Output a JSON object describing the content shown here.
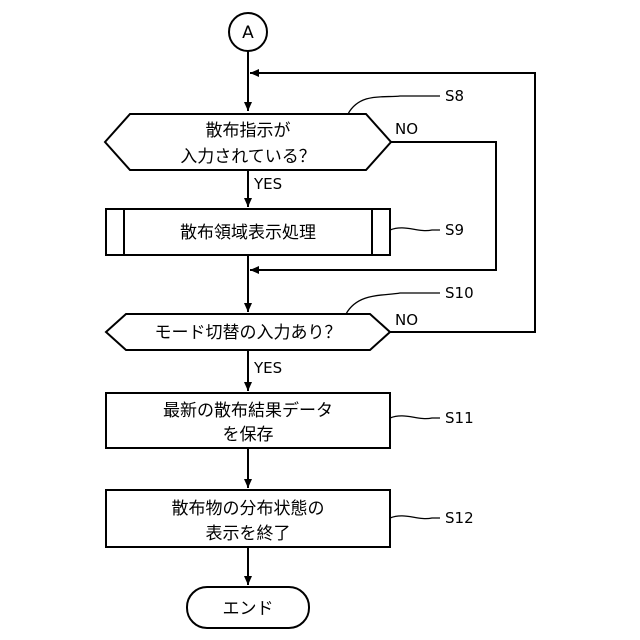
{
  "connector": {
    "label": "A"
  },
  "decision_s8": {
    "line1": "散布指示が",
    "line2": "入力されている？",
    "step": "S8",
    "no_label": "NO",
    "yes_label": "YES"
  },
  "process_s9": {
    "text": "散布領域表示処理",
    "step": "S9"
  },
  "decision_s10": {
    "text": "モード切替の入力あり？",
    "step": "S10",
    "no_label": "NO",
    "yes_label": "YES"
  },
  "process_s11": {
    "line1": "最新の散布結果データ",
    "line2": "を保存",
    "step": "S11"
  },
  "process_s12": {
    "line1": "散布物の分布状態の",
    "line2": "表示を終了",
    "step": "S12"
  },
  "terminal": {
    "label": "エンド"
  }
}
